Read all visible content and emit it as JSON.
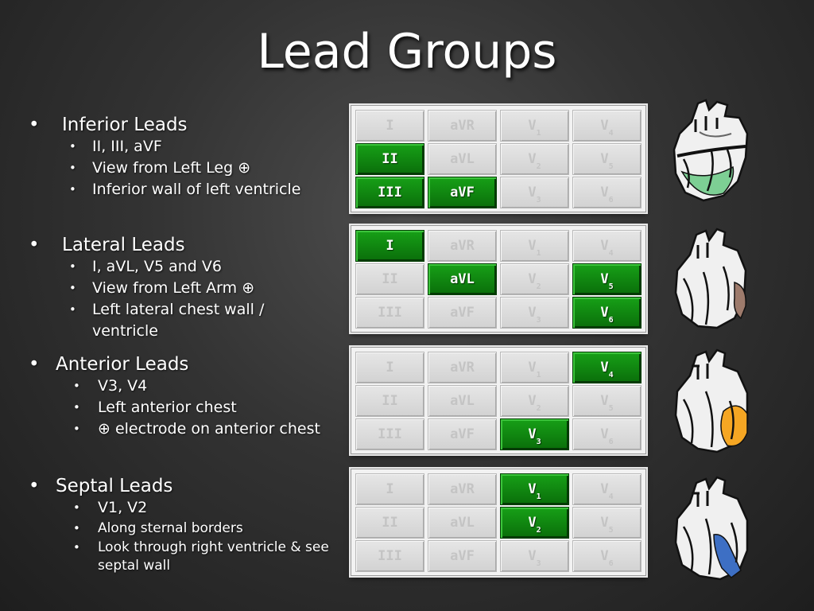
{
  "title": "Lead Groups",
  "colors": {
    "active_green": "#0a8a0a",
    "inactive_gray": "#d6d6d6",
    "inferior_region": "#7dcf94",
    "lateral_region": "#9e7b6c",
    "anterior_region": "#f5a623",
    "septal_region": "#3d6fc4"
  },
  "grid_layout": [
    [
      {
        "main": "I",
        "sub": ""
      },
      {
        "main": "aVR",
        "sub": ""
      },
      {
        "main": "V",
        "sub": "1"
      },
      {
        "main": "V",
        "sub": "4"
      }
    ],
    [
      {
        "main": "II",
        "sub": ""
      },
      {
        "main": "aVL",
        "sub": ""
      },
      {
        "main": "V",
        "sub": "2"
      },
      {
        "main": "V",
        "sub": "5"
      }
    ],
    [
      {
        "main": "III",
        "sub": ""
      },
      {
        "main": "aVF",
        "sub": ""
      },
      {
        "main": "V",
        "sub": "3"
      },
      {
        "main": "V",
        "sub": "6"
      }
    ]
  ],
  "sections": [
    {
      "id": "inferior",
      "heading": "Inferior Leads",
      "items": [
        "II, III, aVF",
        "View from Left Leg ⊕",
        "Inferior wall of left ventricle"
      ],
      "active_leads": [
        "II",
        "III",
        "aVF"
      ],
      "heart_icon": "heart-inferior-icon",
      "region_color": "#7dcf94"
    },
    {
      "id": "lateral",
      "heading": "Lateral Leads",
      "items": [
        "I, aVL, V5 and V6",
        "View from Left Arm ⊕",
        "Left lateral chest wall / ventricle"
      ],
      "active_leads": [
        "I",
        "aVL",
        "V5",
        "V6"
      ],
      "heart_icon": "heart-lateral-icon",
      "region_color": "#9e7b6c"
    },
    {
      "id": "anterior",
      "heading": "Anterior Leads",
      "items": [
        "V3, V4",
        "Left anterior chest",
        "⊕ electrode on anterior chest"
      ],
      "active_leads": [
        "V3",
        "V4"
      ],
      "heart_icon": "heart-anterior-icon",
      "region_color": "#f5a623"
    },
    {
      "id": "septal",
      "heading": "Septal Leads",
      "items": [
        "V1, V2",
        "Along sternal borders",
        "Look through right ventricle & see septal wall"
      ],
      "active_leads": [
        "V1",
        "V2"
      ],
      "heart_icon": "heart-septal-icon",
      "region_color": "#3d6fc4"
    }
  ]
}
